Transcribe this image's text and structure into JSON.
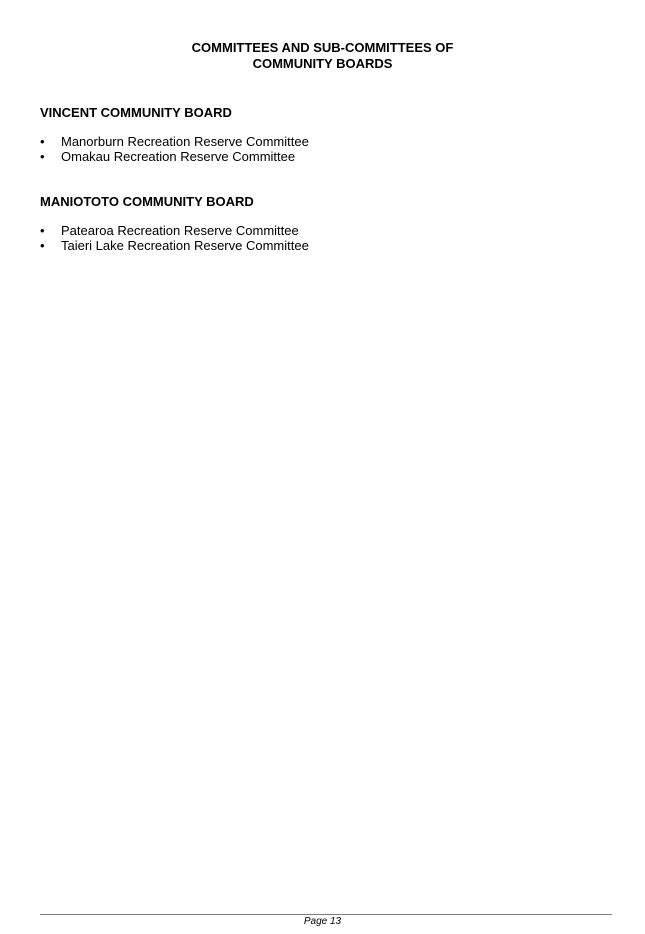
{
  "document": {
    "title_line1": "COMMITTEES AND SUB-COMMITTEES OF",
    "title_line2": "COMMUNITY BOARDS"
  },
  "sections": [
    {
      "heading": "VINCENT COMMUNITY BOARD",
      "items": [
        "Manorburn Recreation Reserve Committee",
        "Omakau Recreation Reserve Committee"
      ]
    },
    {
      "heading": "MANIOTOTO COMMUNITY BOARD",
      "items": [
        "Patearoa Recreation Reserve Committee",
        "Taieri Lake Recreation Reserve Committee"
      ]
    }
  ],
  "footer": {
    "page_label": "Page 13"
  }
}
